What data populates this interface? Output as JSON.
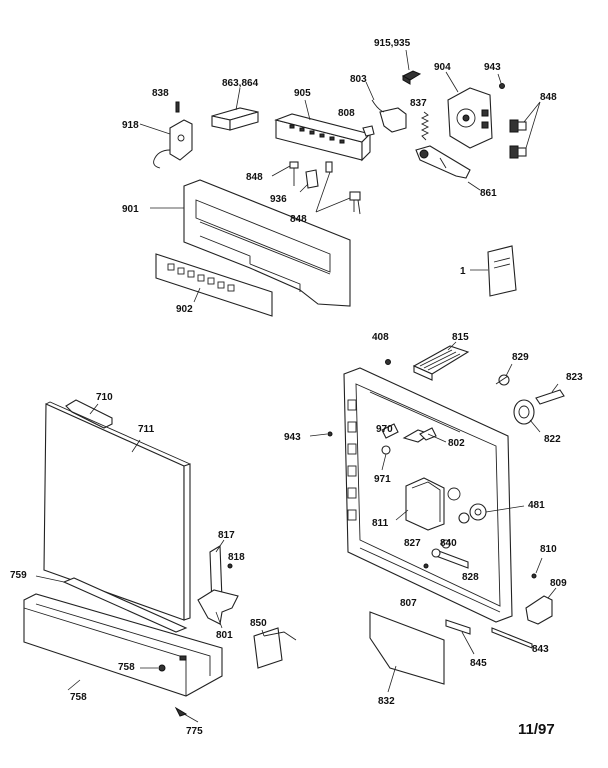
{
  "diagram": {
    "date_code": "11/97",
    "labels": {
      "p915_935": "915,935",
      "p904": "904",
      "p943_top": "943",
      "p848_tr": "848",
      "p838": "838",
      "p863_864": "863,864",
      "p905": "905",
      "p803": "803",
      "p837": "837",
      "p918": "918",
      "p808": "808",
      "p848_mid": "848",
      "p861": "861",
      "p936": "936",
      "p901": "901",
      "p848_bot": "848",
      "p1": "1",
      "p902": "902",
      "p408": "408",
      "p815": "815",
      "p829": "829",
      "p823": "823",
      "p710": "710",
      "p711": "711",
      "p943_mid": "943",
      "p970": "970",
      "p802": "802",
      "p822": "822",
      "p971": "971",
      "p481": "481",
      "p811": "811",
      "p817": "817",
      "p827": "827",
      "p840": "840",
      "p818": "818",
      "p810": "810",
      "p828": "828",
      "p759": "759",
      "p809": "809",
      "p807": "807",
      "p801": "801",
      "p850": "850",
      "p843": "843",
      "p845": "845",
      "p758_a": "758",
      "p758_b": "758",
      "p832": "832",
      "p775": "775"
    }
  }
}
